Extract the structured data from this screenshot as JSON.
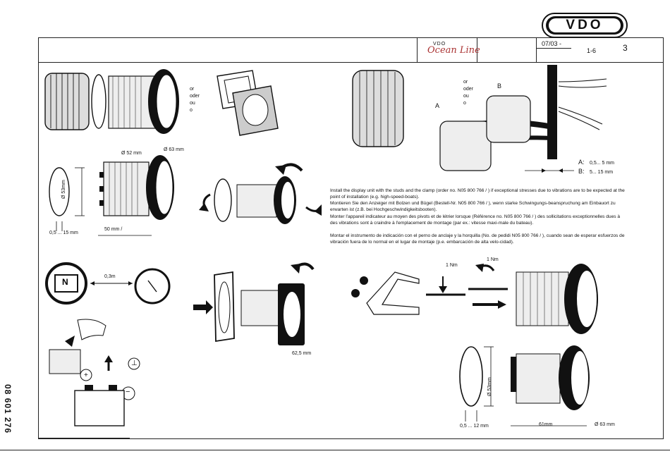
{
  "brand": {
    "logo": "VDO",
    "sub_logo_top": "VDO",
    "sub_logo_script": "Ocean Line"
  },
  "header": {
    "date": "07/03 -",
    "pages": "1-6",
    "number": "3"
  },
  "doc_number": "08 601 276",
  "step1": {
    "or": "or",
    "oder": "oder",
    "ou": "ou",
    "o": "o"
  },
  "step2": {
    "dia52": "Ø 52 mm",
    "dia63": "Ø 63 mm",
    "dia53": "Ø 53mm",
    "gap": "0,5 ... 15 mm",
    "depth": "50 mm /"
  },
  "step3": {
    "distance": "0,3m"
  },
  "step4": {
    "size": "62,5 mm"
  },
  "battery": {
    "plus": "+",
    "minus": "−",
    "ground": "⊥"
  },
  "right_top": {
    "or": "or",
    "oder": "oder",
    "ou": "ou",
    "o": "o",
    "label_a": "A",
    "label_b": "B",
    "legend_a_key": "A:",
    "legend_a_val": "0,5... 5 mm",
    "legend_b_key": "B:",
    "legend_b_val": "5... 15 mm"
  },
  "instructions": [
    "Install the display unit with the studs and the clamp (order no. N05 800 766 /                                        ) if exceptional stresses due to vibrations are to be expected at the point of installation (e.g. high-speed-boats).",
    "Montieren Sie den Anzeiger mit Bolzen und Bügel (Bestell-Nr. N05 800 766 /                                        ), wenn starke Schwingungs-beanspruchung am Einbauort zu erwarten ist (z.B. bei Hochgeschwindigkeitsbooten).",
    "Monter l'appareil indicateur au moyen des pivots et de létrier lorsque (Référence no. N05 800 766 /                                        ) des sollicitations exceptionnelles dues à des vibrations sont à craindre à l'emplacement de montage (par ex.: vitesse maxi-male du bateau).",
    "Montar el instrumento de indicación con el perno de anclaje y la horquilla (No. de pedidi N05 800 766 /                                        ), cuando sean de esperar esfuerzos de vibración fuera de lo normal en el lugar de montaje (p.e. embarcación de alta velo-cidad)."
  ],
  "torque": {
    "a": "1 Nm",
    "b": "1 Nm"
  },
  "bottom_right": {
    "dia53": "Ø 53mm",
    "gap": "0,5 ... 12 mm",
    "depth": "61mm",
    "dia63": "Ø 63 mm"
  }
}
